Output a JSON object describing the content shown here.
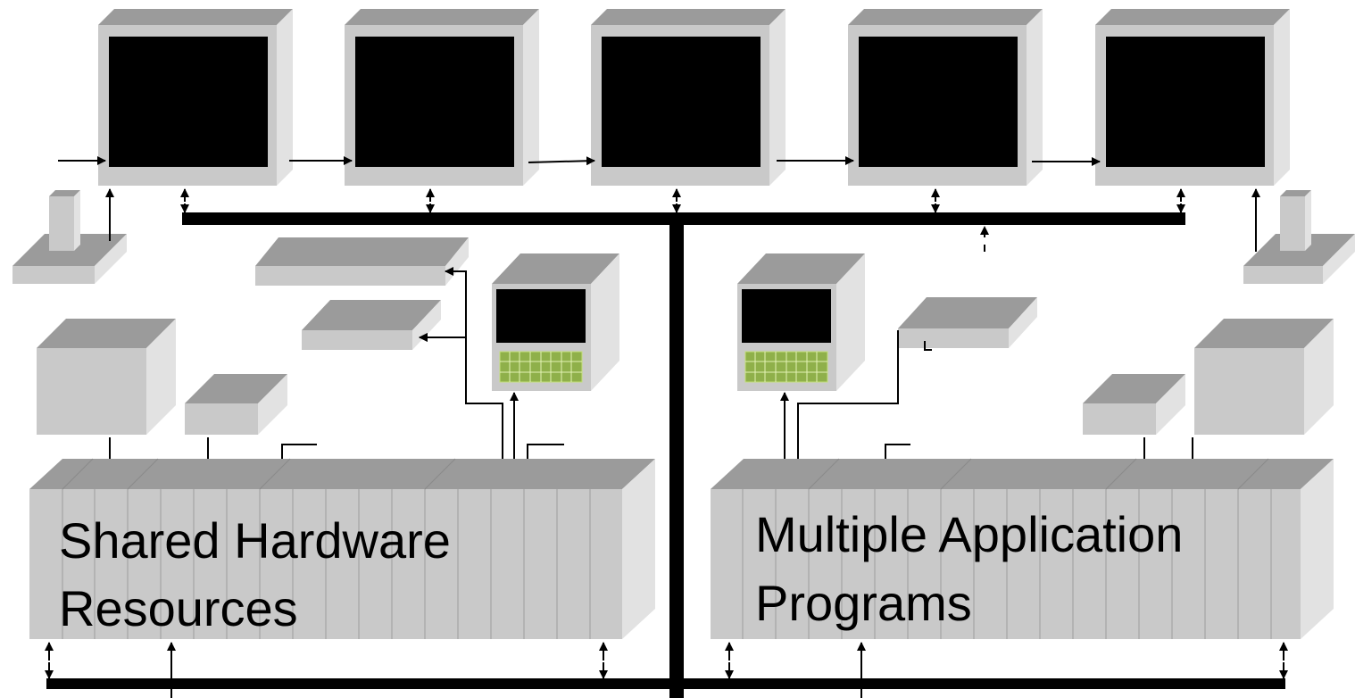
{
  "diagram": {
    "left_panel": {
      "label_line1": "Shared Hardware",
      "label_line2": "Resources"
    },
    "right_panel": {
      "label_line1": "Multiple Application",
      "label_line2": "Programs"
    },
    "workstation_count": 5
  },
  "colors": {
    "face": "#c9c9c9",
    "top": "#9b9b9b",
    "side": "#e2e2e2",
    "screen": "#000000",
    "keypad": "#8fb04a",
    "bus": "#000000"
  }
}
